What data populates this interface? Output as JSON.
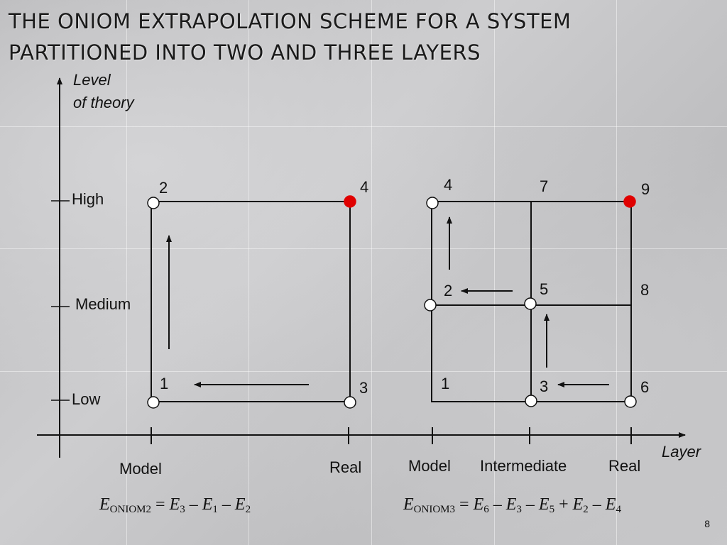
{
  "title": {
    "line1": "THE ONIOM EXTRAPOLATION SCHEME FOR A SYSTEM",
    "line2": "PARTITIONED  INTO TWO AND THREE LAYERS"
  },
  "y_axis": {
    "label_line1": "Level",
    "label_line2": "of theory",
    "levels": [
      "High",
      "Medium",
      "Low"
    ]
  },
  "x_axis": {
    "label": "Layer",
    "two_layer_ticks": [
      "Model",
      "Real"
    ],
    "three_layer_ticks": [
      "Model",
      "Intermediate",
      "Real"
    ]
  },
  "two_layer": {
    "points": [
      "1",
      "2",
      "3",
      "4"
    ],
    "highlight_point": "4"
  },
  "three_layer": {
    "points": [
      "1",
      "2",
      "3",
      "4",
      "5",
      "6",
      "7",
      "8",
      "9"
    ],
    "highlight_point": "9"
  },
  "equations": {
    "oniom2": {
      "E": "E",
      "sub": "ONIOM2",
      "eq": "=",
      "t1": "E",
      "t1s": "3",
      "op1": "–",
      "t2": "E",
      "t2s": "1",
      "op2": "–",
      "t3": "E",
      "t3s": "2"
    },
    "oniom3": {
      "E": "E",
      "sub": "ONIOM3",
      "eq": "=",
      "t1": "E",
      "t1s": "6",
      "op1": "–",
      "t2": "E",
      "t2s": "3",
      "op2": "–",
      "t3": "E",
      "t3s": "5",
      "op3": "+",
      "t4": "E",
      "t4s": "2",
      "op4": "–",
      "t5": "E",
      "t5s": "4"
    }
  },
  "page_number": "8",
  "colors": {
    "highlight": "#e00000",
    "line": "#111111",
    "node_fill": "#ffffff"
  }
}
